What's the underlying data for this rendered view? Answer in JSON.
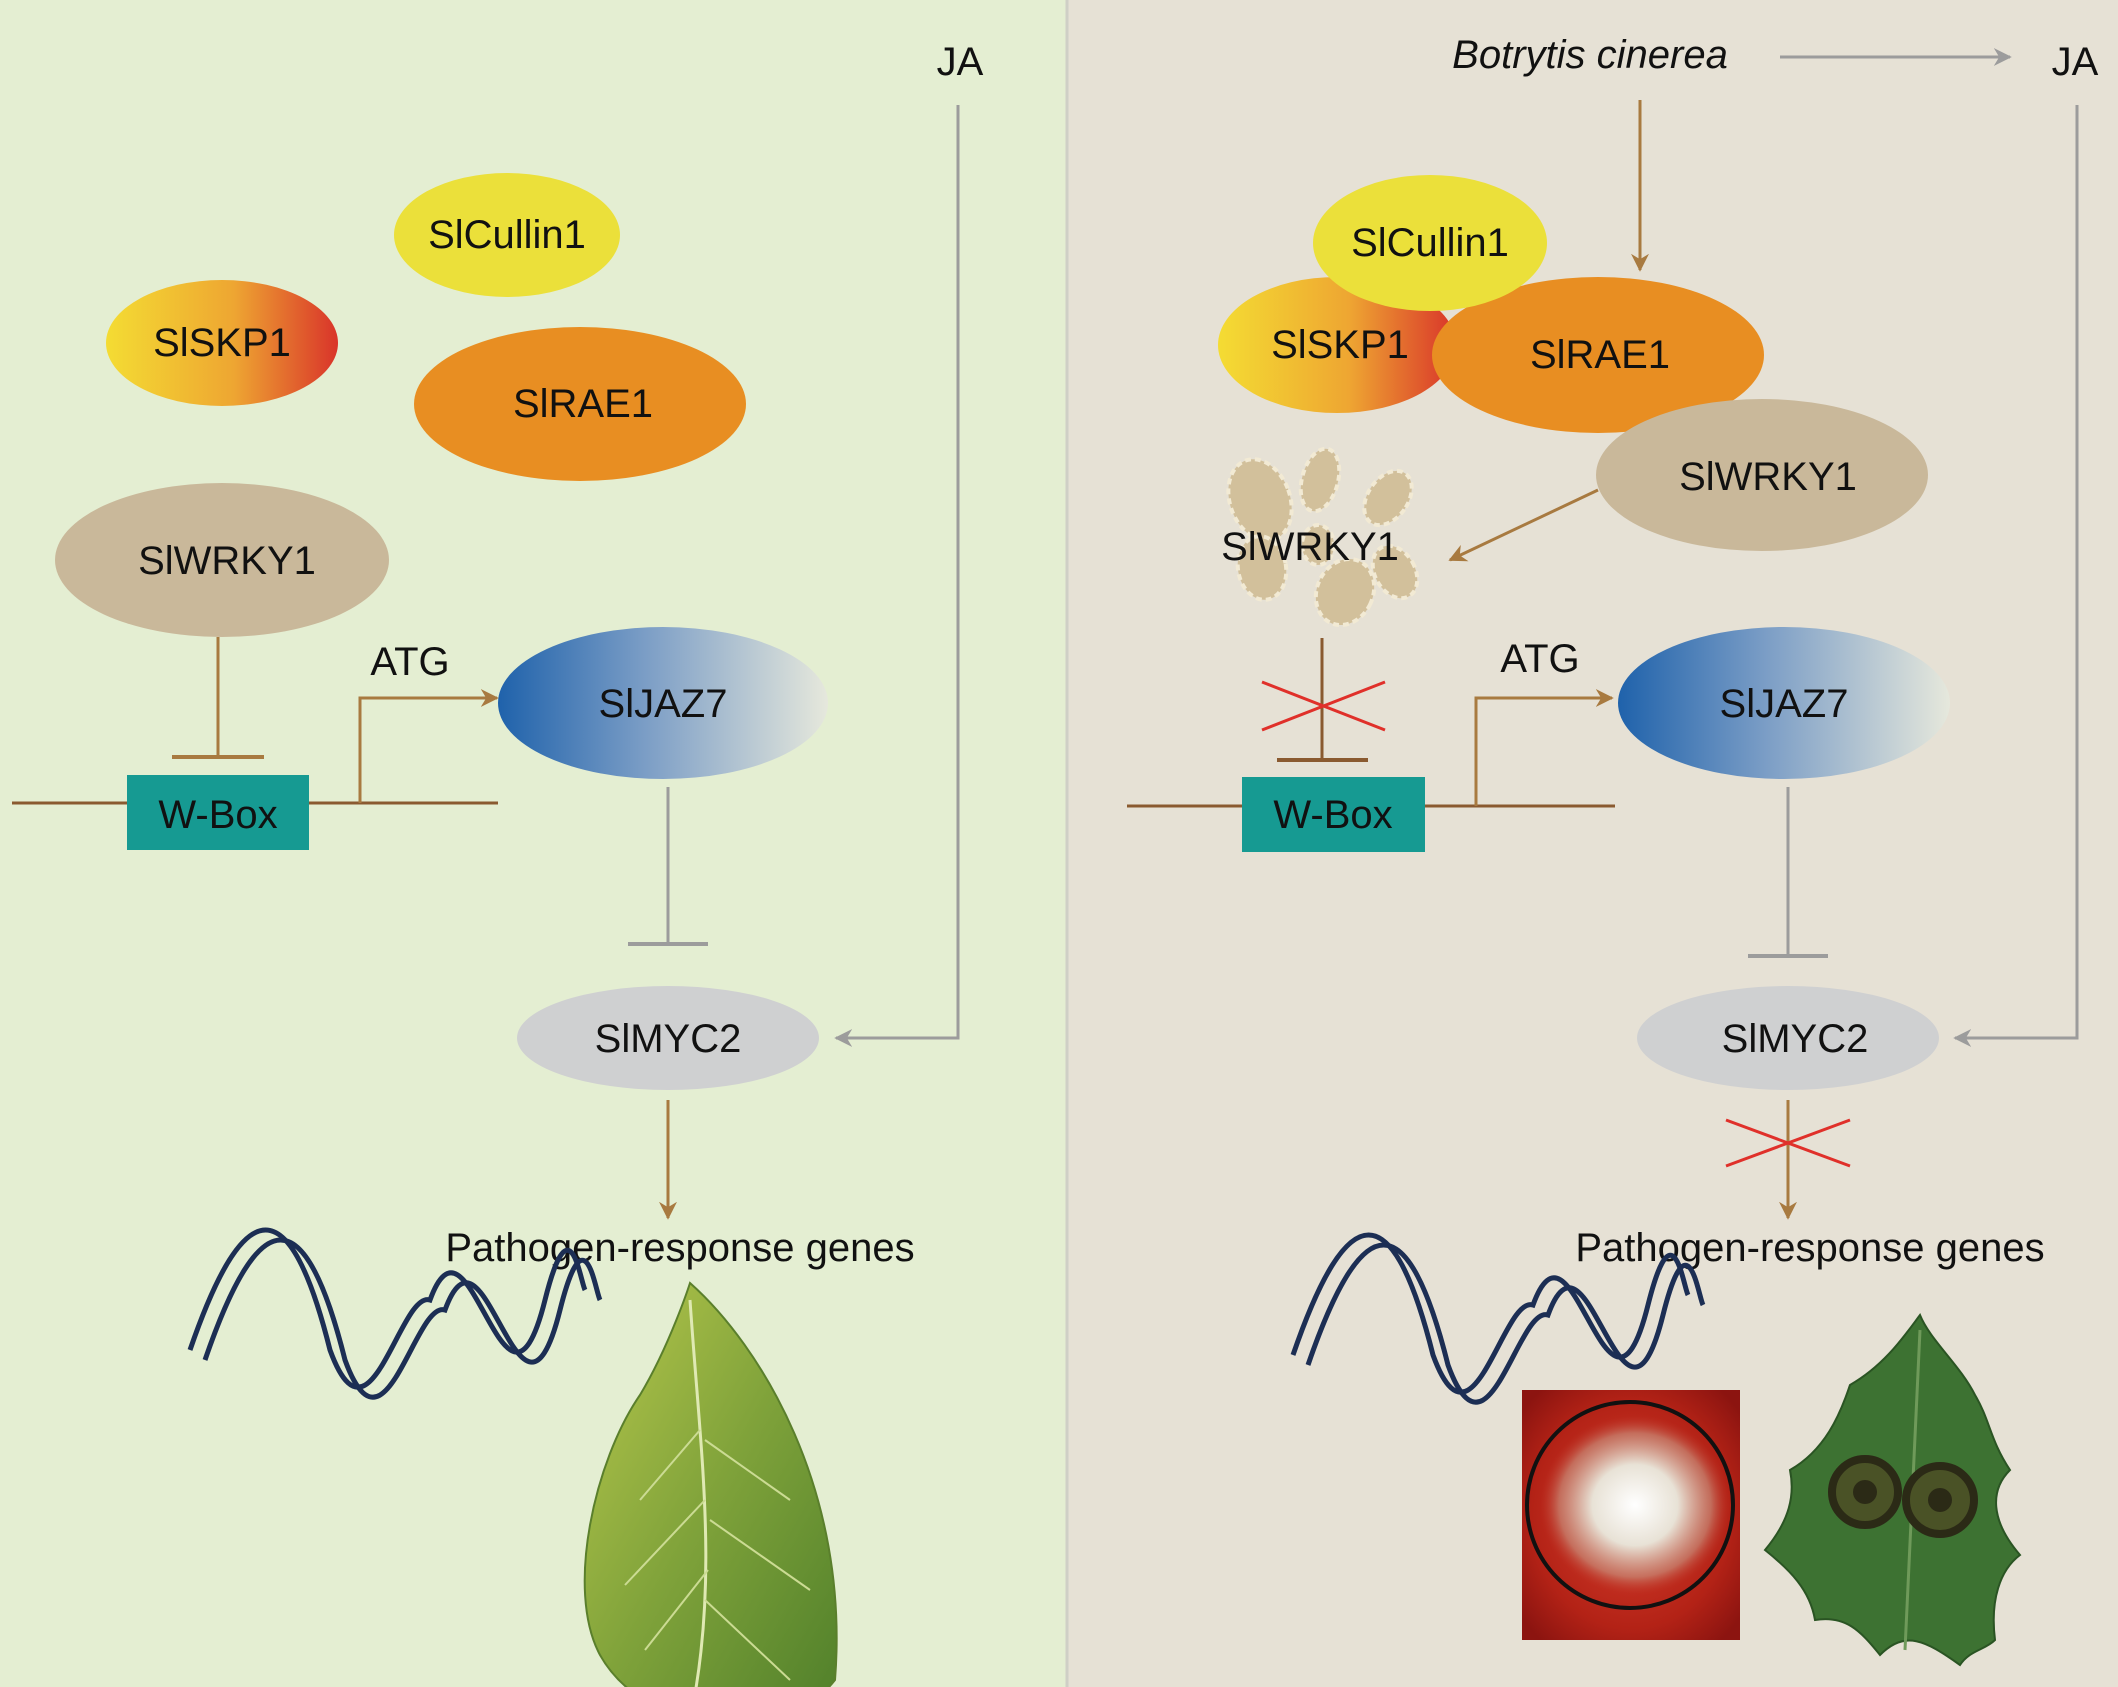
{
  "left_panel": {
    "ja": "JA",
    "cullin": "SlCullin1",
    "skp": "SlSKP1",
    "rae": "SlRAE1",
    "wrky": "SlWRKY1",
    "atg": "ATG",
    "jaz": "SlJAZ7",
    "wbox": "W-Box",
    "myc": "SlMYC2",
    "genes": "Pathogen-response genes"
  },
  "right_panel": {
    "pathogen": "Botrytis cinerea",
    "ja": "JA",
    "cullin": "SlCullin1",
    "skp": "SlSKP1",
    "rae": "SlRAE1",
    "wrky": "SlWRKY1",
    "wrky_degraded": "SlWRKY1",
    "atg": "ATG",
    "jaz": "SlJAZ7",
    "wbox": "W-Box",
    "myc": "SlMYC2",
    "genes": "Pathogen-response genes"
  },
  "colors": {
    "left_bg": "#e4eed2",
    "right_bg": "#e6e1d5",
    "arrow_brown": "#a87a40",
    "arrow_gray": "#9c9c9c",
    "cullin": "#ebe03a",
    "rae": "#e88e22",
    "wrky": "#c9b89a",
    "wbox": "#169a92",
    "myc": "#cfd0d1",
    "jaz": "#2a6cb0",
    "block_cross": "#e0302a",
    "dna": "#1c2e54"
  }
}
